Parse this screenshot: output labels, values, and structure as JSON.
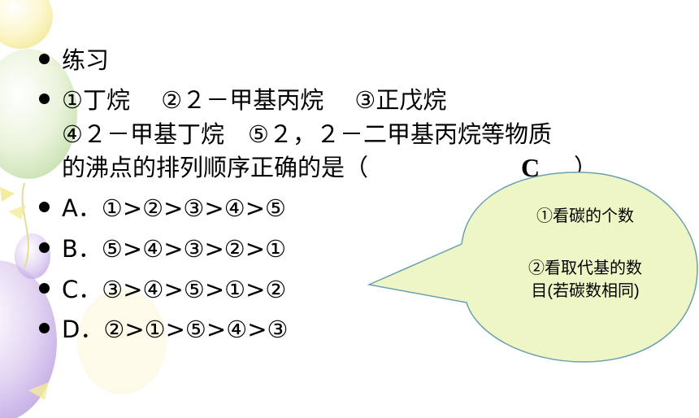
{
  "slide": {
    "items": [
      {
        "text": "练习"
      },
      {
        "text": "①丁烷　 ②２－甲基丙烷　 ③正戊烷"
      },
      {
        "text": "④２－甲基丁烷　⑤２，２－二甲基丙烷等物质"
      },
      {
        "text": "的沸点的排列顺序正确的是（"
      },
      {
        "text": "A．①>②>③>④>⑤"
      },
      {
        "text": "B．⑤>④>③>②>①"
      },
      {
        "text": "C．③>④>⑤>①>②"
      },
      {
        "text": "D．②>①>⑤>④>③"
      }
    ],
    "answer": "C",
    "closing_paren": "）"
  },
  "callout": {
    "line1": "①看碳的个数",
    "line2": "②看取代基的数",
    "line3": "目(若碳数相同)",
    "fill_color": "#eef6c6",
    "stroke_color": "#6aa0b0"
  },
  "background": {
    "balloon_colors": [
      "#c8b0e8",
      "#f0e27a",
      "#b8d89a",
      "#f3e8a8"
    ]
  }
}
